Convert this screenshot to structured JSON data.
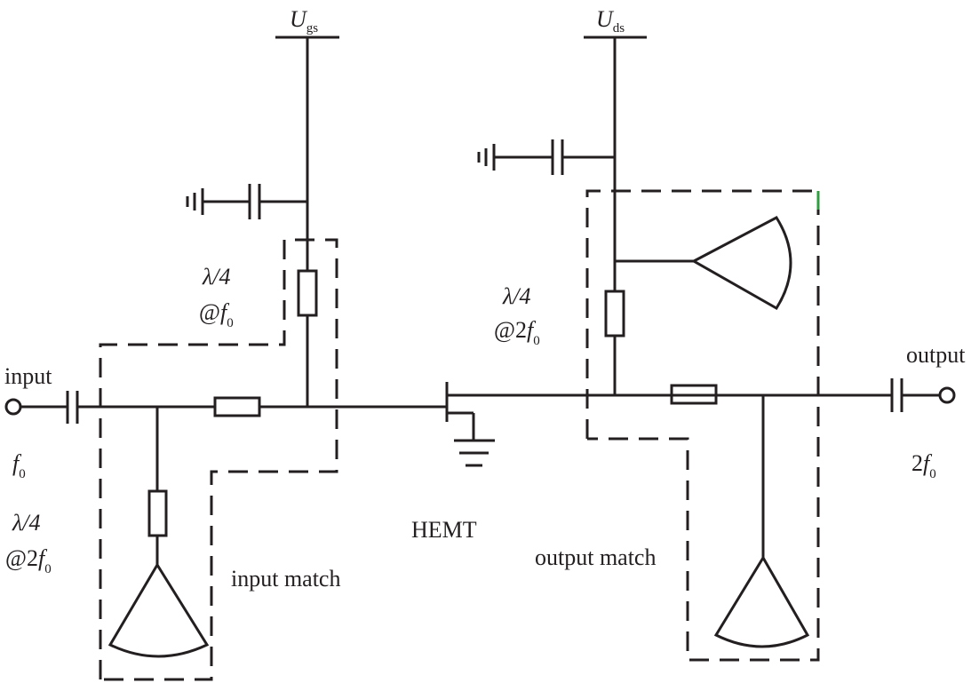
{
  "labels": {
    "ugs": {
      "main": "U",
      "sub": "gs"
    },
    "uds": {
      "main": "U",
      "sub": "ds"
    },
    "input": "input",
    "output": "output",
    "f0_in": {
      "main": "f",
      "sub": "0"
    },
    "f0_out": {
      "prefix": "2",
      "main": "f",
      "sub": "0"
    },
    "hemt": "HEMT",
    "input_match": "input match",
    "output_match": "output match",
    "gate_stub": {
      "line1": "λ/4",
      "line2_prefix": "@",
      "line2_main": "f",
      "line2_sub": "0"
    },
    "drain_stub": {
      "line1": "λ/4",
      "line2_prefix": "@2",
      "line2_main": "f",
      "line2_sub": "0"
    },
    "input_stub": {
      "line1": "λ/4",
      "line2_prefix": "@2",
      "line2_main": "f",
      "line2_sub": "0"
    }
  },
  "colors": {
    "line": "#231f20",
    "accent": "#2e9e3f"
  }
}
